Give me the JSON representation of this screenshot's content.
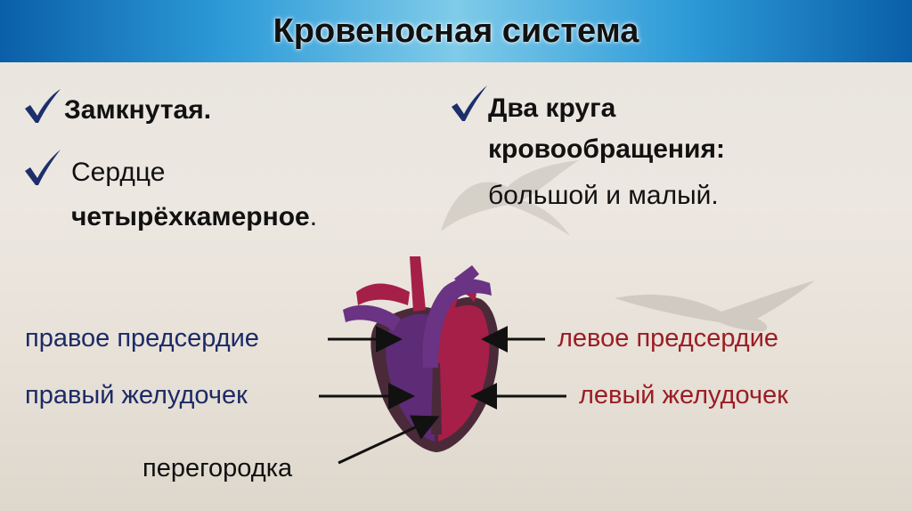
{
  "header": {
    "title": "Кровеносная система"
  },
  "points": {
    "p1": {
      "text": "Замкнутая."
    },
    "p2": {
      "line1": "Сердце",
      "line2_bold": "четырёхкамерное",
      "line2_tail": "."
    },
    "p3": {
      "line1": "Два круга",
      "line2": "кровообращения:",
      "line3": "большой и малый."
    }
  },
  "labels": {
    "right_atrium": "правое предсердие",
    "right_ventricle": "правый желудочек",
    "left_atrium": "левое предсердие",
    "left_ventricle": "левый желудочек",
    "septum": "перегородка"
  },
  "colors": {
    "header_blue": "#2e9bd8",
    "check": "#1d2f6b",
    "left_label": "#1c2a66",
    "right_label": "#9b1d24",
    "heart_right_side": "#5e2b77",
    "heart_left_side": "#a51f48",
    "heart_wall": "#4a2a38"
  }
}
